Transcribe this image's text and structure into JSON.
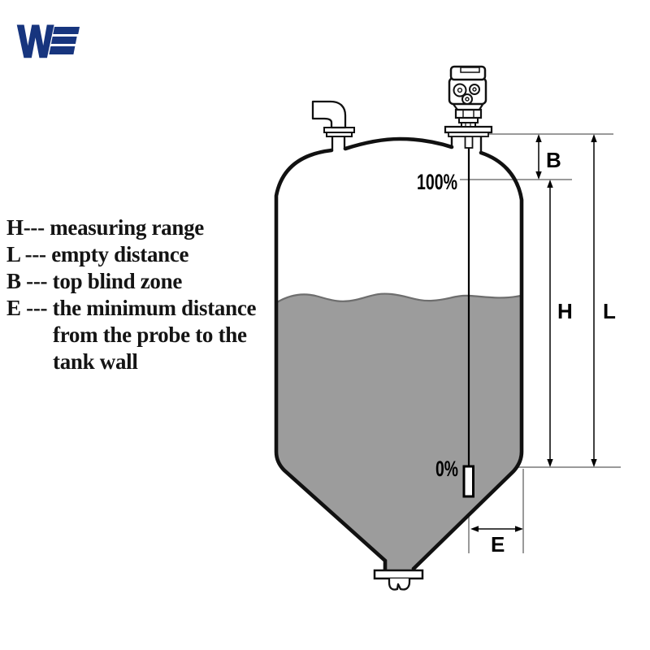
{
  "logo": {
    "letter": "W",
    "color": "#17357e"
  },
  "legend": {
    "lines": [
      "H--- measuring range",
      "L --- empty distance",
      "B --- top blind zone",
      "E --- the minimum distance",
      "from the probe to the",
      "tank wall"
    ]
  },
  "diagram": {
    "level_full_label": "100%",
    "level_empty_label": "0%",
    "dim_top_blind": "B",
    "dim_measuring_range": "H",
    "dim_empty_distance": "L",
    "dim_min_distance": "E",
    "colors": {
      "liquid": "#9c9c9c",
      "liquid_edge": "#6e6e6e",
      "outline": "#111111",
      "extension_line": "#9a9a9a",
      "dimension_line": "#2b2b2b"
    }
  }
}
